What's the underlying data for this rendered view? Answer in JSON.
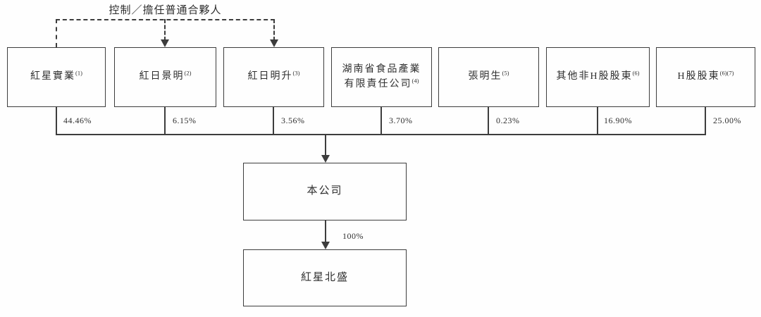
{
  "diagram": {
    "top_label": "控制／擔任普通合夥人",
    "shareholders": [
      {
        "name": "紅星實業",
        "note": "(1)",
        "percent": "44.46%"
      },
      {
        "name": "紅日景明",
        "note": "(2)",
        "percent": "6.15%"
      },
      {
        "name": "紅日明升",
        "note": "(3)",
        "percent": "3.56%"
      },
      {
        "name": "湖南省食品產業\n有限責任公司",
        "note": "(4)",
        "percent": "3.70%"
      },
      {
        "name": "張明生",
        "note": "(5)",
        "percent": "0.23%"
      },
      {
        "name": "其他非H股股東",
        "note": "(6)",
        "percent": "16.90%"
      },
      {
        "name": "H股股東",
        "note": "(6)(7)",
        "percent": "25.00%"
      }
    ],
    "company": {
      "name": "本公司"
    },
    "subsidiary": {
      "name": "紅星北盛",
      "percent": "100%"
    },
    "colors": {
      "line": "#3d3d3d",
      "text": "#2f2f2f",
      "background": "#fefefe"
    }
  }
}
